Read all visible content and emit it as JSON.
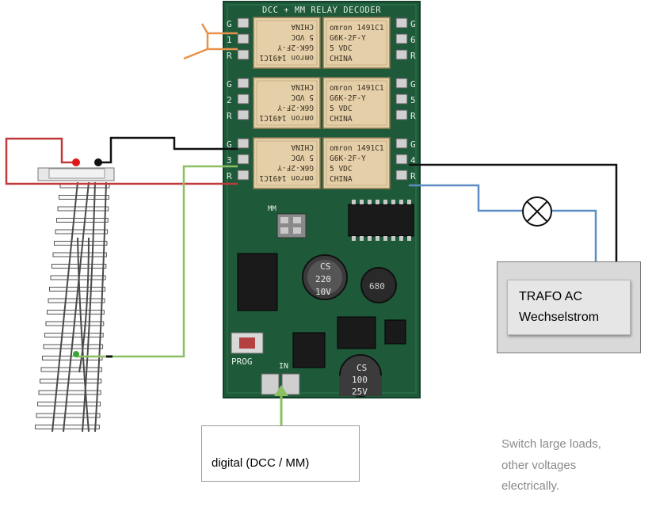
{
  "board": {
    "title": "DCC + MM RELAY DECODER",
    "prog_label": "PROG",
    "in_label": "IN",
    "mm_label": "MM",
    "left_pins": [
      "G 1 R",
      "G 2 R",
      "G 3 R"
    ],
    "right_pins": [
      "G 6 R",
      "G 5 R",
      "G 4 R"
    ],
    "relay": {
      "brand": "omron",
      "code": "1491C1",
      "model": "G6K-2F-Y",
      "voltage": "5",
      "unit": "VDC",
      "origin": "CHINA"
    },
    "capacitor_large": [
      "CS",
      "220",
      "10V"
    ],
    "capacitor_small": [
      "CS",
      "100",
      "25V"
    ],
    "capacitor_side": "680"
  },
  "trafo": {
    "line1": "TRAFO AC",
    "line2": "Wechselstrom"
  },
  "digital_label": "digital (DCC / MM)",
  "caption": [
    "Switch large loads,",
    "other voltages",
    "electrically."
  ],
  "colors": {
    "pcb": "#1e5a3a",
    "wire_red": "#c0393b",
    "wire_black": "#111111",
    "wire_green": "#8cc063",
    "wire_blue": "#5b8ec4",
    "wire_orange": "#e8914a"
  },
  "icons": {
    "lamp": "lamp-icon",
    "turnout": "turnout-track-icon"
  }
}
